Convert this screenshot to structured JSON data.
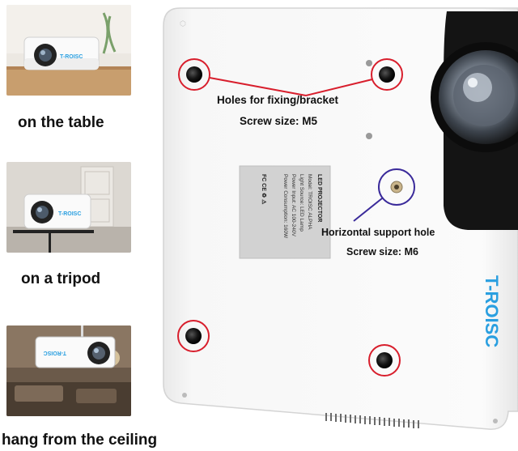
{
  "thumbnails": [
    {
      "caption": "on the table"
    },
    {
      "caption": "on a tripod"
    },
    {
      "caption": "hang from the ceiling"
    }
  ],
  "annotations": {
    "bracket_title": "Holes for fixing/bracket",
    "bracket_screw": "Screw size: M5",
    "support_title": "Horizontal support hole",
    "support_screw": "Screw size: M6"
  },
  "brand": {
    "name": "T-ROISC",
    "color": "#2a9fe0"
  },
  "spec_label": {
    "header": "LED PROJECTOR",
    "lines": [
      "Model: TROISC ALPHA",
      "Light Source: LED Lamp",
      "Power Input: AC 100-240V",
      "Power Consumption: 160W"
    ]
  },
  "colors": {
    "circle_red": "#d81e2c",
    "circle_purple": "#3a2a9a",
    "brand_blue": "#2a9fe0"
  }
}
